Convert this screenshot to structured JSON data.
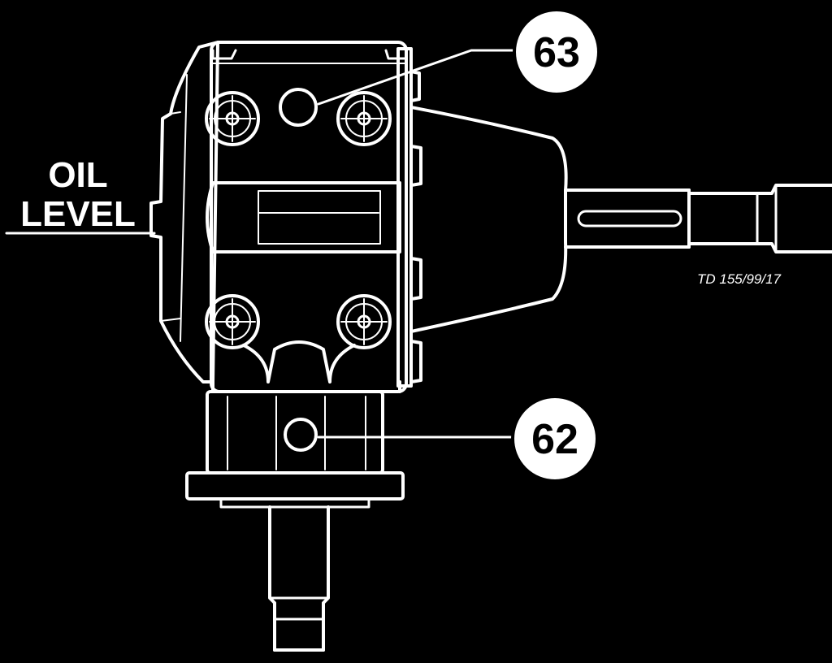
{
  "labels": {
    "oil_line1": "OIL",
    "oil_line2": "LEVEL",
    "reference": "TD 155/99/17"
  },
  "callouts": [
    {
      "number": "63"
    },
    {
      "number": "62"
    }
  ],
  "colors": {
    "background": "#000000",
    "line": "#ffffff",
    "callout_fill": "#ffffff"
  }
}
